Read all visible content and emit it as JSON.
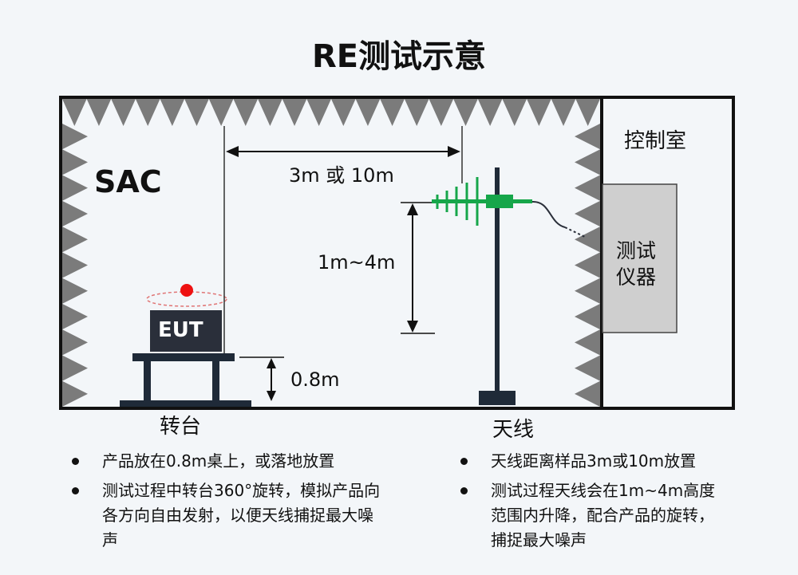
{
  "title": "RE测试示意",
  "chamber_label": "SAC",
  "control_room_label": "控制室",
  "instrument_label_line1": "测试",
  "instrument_label_line2": "仪器",
  "eut_label": "EUT",
  "distance_label": "3m 或 10m",
  "height_range_label": "1m~4m",
  "table_height_label": "0.8m",
  "turntable_label": "转台",
  "antenna_label": "天线",
  "left_notes": [
    "产品放在0.8m桌上，或落地放置",
    "测试过程中转台360°旋转，模拟产品向各方向自由发射，以便天线捕捉最大噪声"
  ],
  "right_notes": [
    "天线距离样品3m或10m放置",
    "测试过程天线会在1m~4m高度范围内升降，配合产品的旋转，捕捉最大噪声"
  ],
  "colors": {
    "absorber": "#7b7b7b",
    "antenna": "#16a64a",
    "eut_marker": "#ee1111",
    "instrument": "#cfcfcf",
    "line": "#111111"
  }
}
